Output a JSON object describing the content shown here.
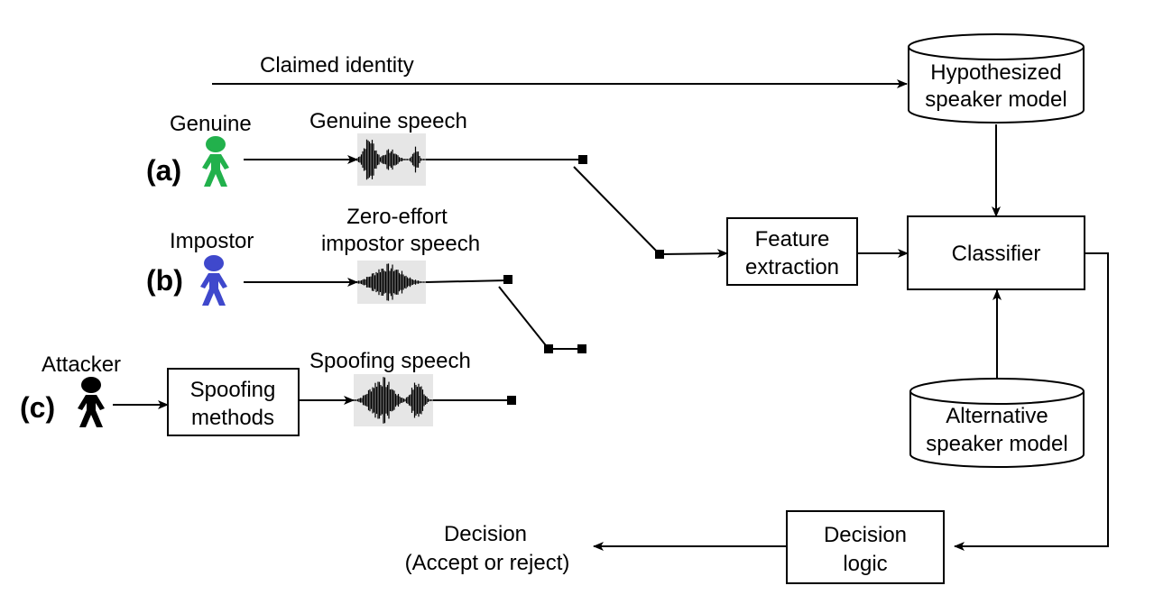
{
  "claimed_identity": "Claimed identity",
  "hypothesized_model": {
    "line1": "Hypothesized",
    "line2": "speaker model"
  },
  "alternative_model": {
    "line1": "Alternative",
    "line2": "speaker model"
  },
  "feature_extraction": {
    "line1": "Feature",
    "line2": "extraction"
  },
  "classifier": "Classifier",
  "decision_logic": {
    "line1": "Decision",
    "line2": "logic"
  },
  "decision_output": {
    "line1": "Decision",
    "line2": "(Accept or reject)"
  },
  "genuine": {
    "tag": "(a)",
    "person": "Genuine",
    "speech": "Genuine speech",
    "color": "#22b14c"
  },
  "impostor": {
    "tag": "(b)",
    "person": "Impostor",
    "speech_line1": "Zero-effort",
    "speech_line2": "impostor speech",
    "color": "#3f48cc"
  },
  "attacker": {
    "tag": "(c)",
    "person": "Attacker",
    "speech": "Spoofing speech",
    "color": "#000000"
  },
  "spoofing_methods": {
    "line1": "Spoofing",
    "line2": "methods"
  }
}
